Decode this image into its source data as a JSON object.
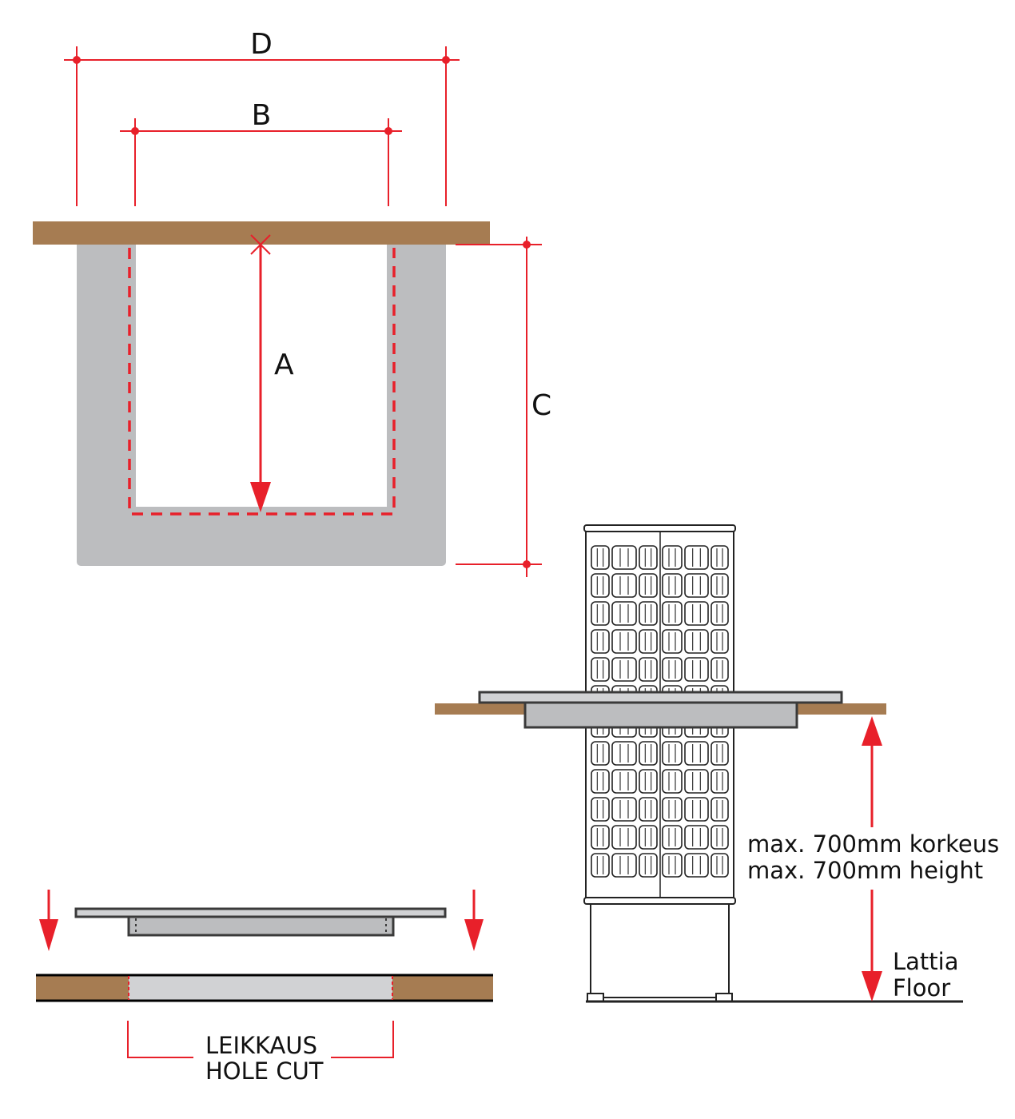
{
  "dimensions": {
    "D": "D",
    "B": "B",
    "A": "A",
    "C": "C"
  },
  "height_note": {
    "fi": "max. 700mm korkeus",
    "en": "max. 700mm height"
  },
  "floor_label": {
    "fi": "Lattia",
    "en": "Floor"
  },
  "hole_cut_label": {
    "fi": "LEIKKAUS",
    "en": "HOLE CUT"
  },
  "colors": {
    "red": "#e8202a",
    "wood": "#a67c52",
    "grey": "#bcbdbf",
    "plate": "#d1d2d4",
    "dark": "#3a3a3a"
  }
}
